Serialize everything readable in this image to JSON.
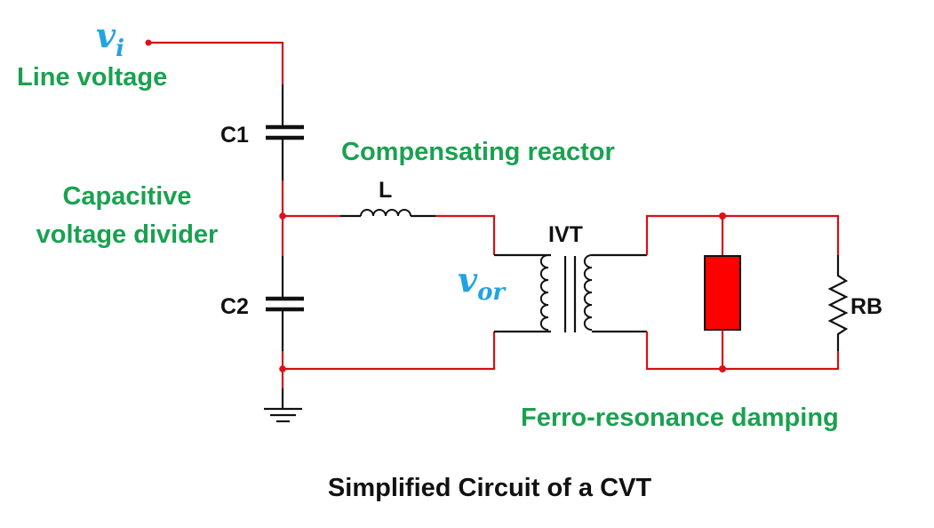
{
  "diagram": {
    "title": "Simplified Circuit of a CVT",
    "variables": {
      "input": {
        "symbol": "v",
        "subscript": "i"
      },
      "output": {
        "symbol": "v",
        "subscript": "or"
      }
    },
    "annotations": {
      "line_voltage": "Line voltage",
      "capacitive_divider_line1": "Capacitive",
      "capacitive_divider_line2": "voltage divider",
      "compensating_reactor": "Compensating reactor",
      "ferro_damping": "Ferro-resonance damping"
    },
    "components": {
      "c1": "C1",
      "c2": "C2",
      "inductor": "L",
      "transformer": "IVT",
      "burden": "RB"
    },
    "colors": {
      "wire": "#d40f17",
      "annotation": "#1aa150",
      "variable": "#22a4e0",
      "damping_element": "#ff0000"
    }
  }
}
